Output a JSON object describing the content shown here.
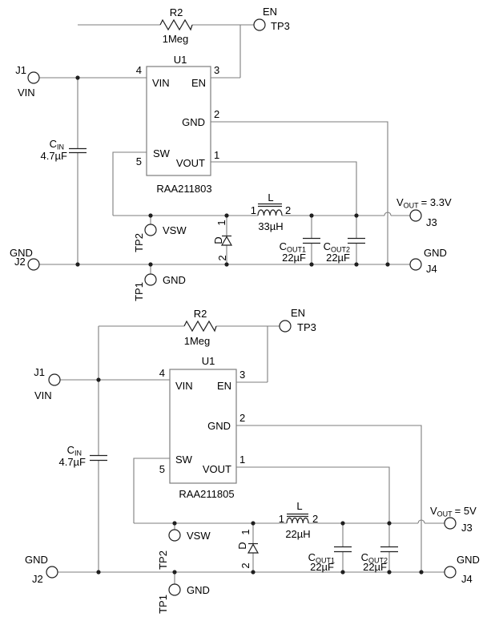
{
  "colors": {
    "background": "#ffffff",
    "wire": "#7d7d7d",
    "symbol": "#1f1f1f",
    "text": "#000000"
  },
  "c1": {
    "r2_ref": "R2",
    "r2_value": "1Meg",
    "tp3_net": "EN",
    "tp3_ref": "TP3",
    "j1_ref": "J1",
    "j1_net": "VIN",
    "u1_ref": "U1",
    "u1_part": "RAA211803",
    "pin4": "4",
    "pin3": "3",
    "pin2": "2",
    "pin1": "1",
    "pin5": "5",
    "pin_vin": "VIN",
    "pin_en": "EN",
    "pin_gnd": "GND",
    "pin_sw": "SW",
    "pin_vout": "VOUT",
    "cin_ref": "C",
    "cin_sub": "IN",
    "cin_value": "4.7µF",
    "tp2_ref": "TP2",
    "tp2_net": "VSW",
    "tp1_ref": "TP1",
    "tp1_net": "GND",
    "d_ref": "D",
    "d_pin1": "1",
    "d_pin2": "2",
    "l_ref": "L",
    "l_pin1": "1",
    "l_pin2": "2",
    "l_value": "33µH",
    "cout1_ref": "C",
    "cout1_sub": "OUT1",
    "cout1_value": "22µF",
    "cout2_ref": "C",
    "cout2_sub": "OUT2",
    "cout2_value": "22µF",
    "vout_v": "V",
    "vout_sub": "OUT",
    "vout_eq": "= 3.3V",
    "j3_ref": "J3",
    "j4_ref": "J4",
    "j4_net": "GND",
    "j2_ref": "J2",
    "j2_net": "GND"
  },
  "c2": {
    "r2_ref": "R2",
    "r2_value": "1Meg",
    "tp3_net": "EN",
    "tp3_ref": "TP3",
    "j1_ref": "J1",
    "j1_net": "VIN",
    "u1_ref": "U1",
    "u1_part": "RAA211805",
    "pin4": "4",
    "pin3": "3",
    "pin2": "2",
    "pin1": "1",
    "pin5": "5",
    "pin_vin": "VIN",
    "pin_en": "EN",
    "pin_gnd": "GND",
    "pin_sw": "SW",
    "pin_vout": "VOUT",
    "cin_ref": "C",
    "cin_sub": "IN",
    "cin_value": "4.7µF",
    "tp2_ref": "TP2",
    "tp2_net": "VSW",
    "tp1_ref": "TP1",
    "tp1_net": "GND",
    "d_ref": "D",
    "d_pin1": "1",
    "d_pin2": "2",
    "l_ref": "L",
    "l_pin1": "1",
    "l_pin2": "2",
    "l_value": "22µH",
    "cout1_ref": "C",
    "cout1_sub": "OUT1",
    "cout1_value": "22µF",
    "cout2_ref": "C",
    "cout2_sub": "OUT2",
    "cout2_value": "22µF",
    "vout_v": "V",
    "vout_sub": "OUT",
    "vout_eq": "= 5V",
    "j3_ref": "J3",
    "j4_ref": "J4",
    "j4_net": "GND",
    "j2_ref": "J2",
    "j2_net": "GND"
  }
}
